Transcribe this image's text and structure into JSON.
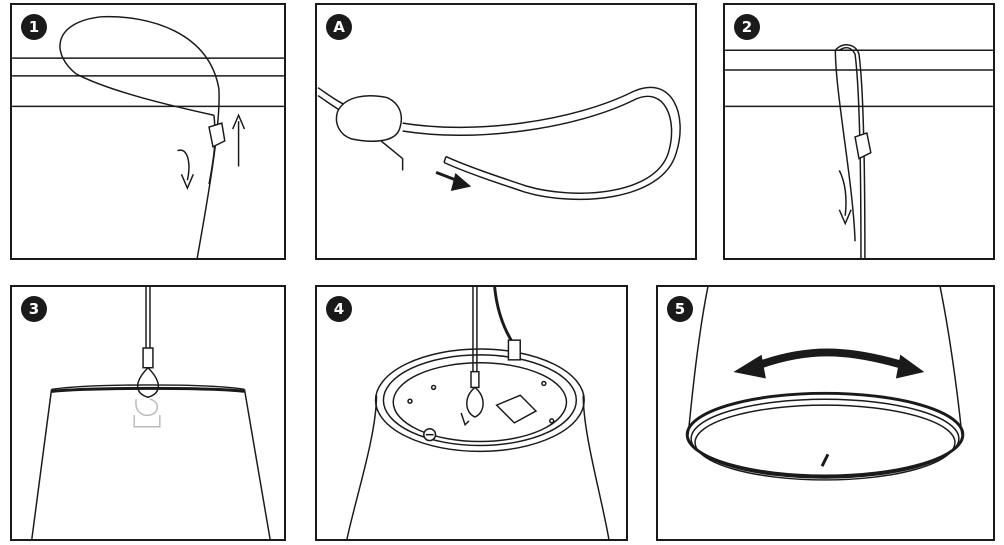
{
  "panels": [
    {
      "id": "p1",
      "step_label": "1",
      "icon": "wire-loop-over-beam"
    },
    {
      "id": "pA",
      "step_label": "A",
      "icon": "cable-gripper-insertion"
    },
    {
      "id": "p2",
      "step_label": "2",
      "icon": "wire-tightening-down"
    },
    {
      "id": "p3",
      "step_label": "3",
      "icon": "speaker-hung-on-hook"
    },
    {
      "id": "p4",
      "step_label": "4",
      "icon": "speaker-top-wiring"
    },
    {
      "id": "p5",
      "step_label": "5",
      "icon": "speaker-bottom-rotation"
    }
  ],
  "colors": {
    "stroke": "#1a1a1a",
    "badge_bg": "#1a1a1a",
    "badge_text": "#ffffff",
    "faint": "#bbbbbb"
  }
}
